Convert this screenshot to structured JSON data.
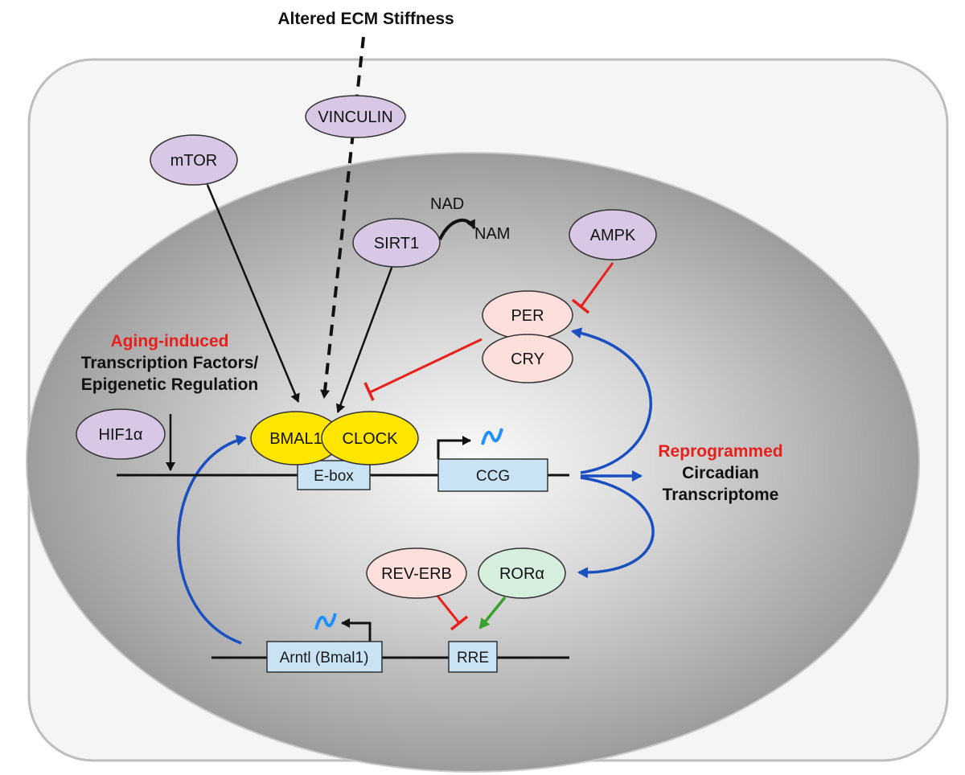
{
  "title": "Altered ECM Stiffness",
  "proteins": {
    "vinculin": "VINCULIN",
    "mtor": "mTOR",
    "sirt1": "SIRT1",
    "ampk": "AMPK",
    "hif1a": "HIF1α",
    "per": "PER",
    "cry": "CRY",
    "bmal1": "BMAL1",
    "clock": "CLOCK",
    "reverb": "REV-ERB",
    "rora": "RORα"
  },
  "metabolites": {
    "nad": "NAD",
    "nam": "NAM"
  },
  "genes": {
    "ebox": "E-box",
    "ccg": "CCG",
    "arntl": "Arntl (Bmal1)",
    "rre": "RRE"
  },
  "aging": {
    "line1": "Aging-induced",
    "line2": "Transcription Factors/",
    "line3": "Epigenetic Regulation"
  },
  "transcriptome": {
    "line1": "Reprogrammed",
    "line2": "Circadian",
    "line3": "Transcriptome"
  },
  "colors": {
    "cell_border": "#bdbdbd",
    "nucleus_gray": "#9a9a9a",
    "signal_purple": "#d9c7e6",
    "clock_yellow": "#ffe600",
    "repressor_pink": "#fde0dc",
    "activator_green": "#d5eedd",
    "gene_box": "#c9e3f4",
    "inhibit_red": "#e8201c",
    "feedback_blue": "#1a4fc0",
    "mrna_blue": "#1e90ff",
    "activate_green": "#3aa02e"
  }
}
